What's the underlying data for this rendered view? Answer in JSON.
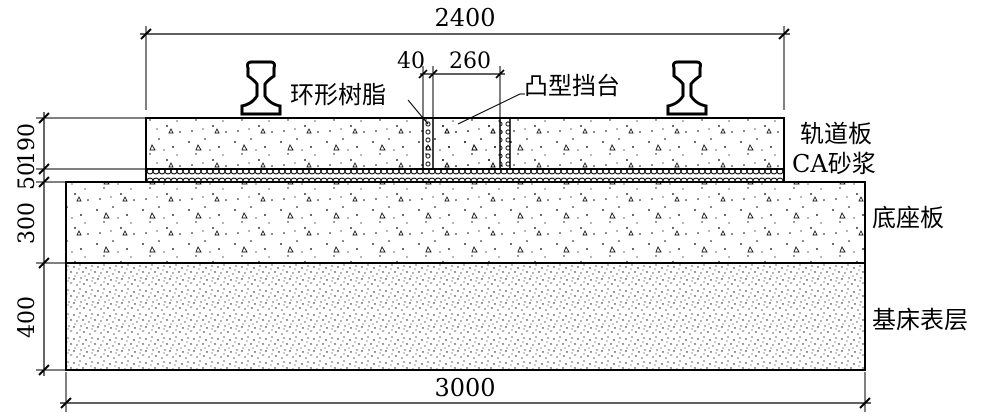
{
  "dimensions": {
    "track_slab_width": "2400",
    "base_slab_width": "3000",
    "resin_width": "40",
    "boss_width": "260",
    "track_slab_height": "190",
    "ca_mortar_height": "50",
    "base_slab_height": "300",
    "subgrade_height": "400"
  },
  "labels": {
    "resin": "环形树脂",
    "boss": "凸型挡台",
    "track_slab": "轨道板",
    "ca_mortar": "CA砂浆",
    "base_slab": "底座板",
    "subgrade": "基床表层"
  }
}
